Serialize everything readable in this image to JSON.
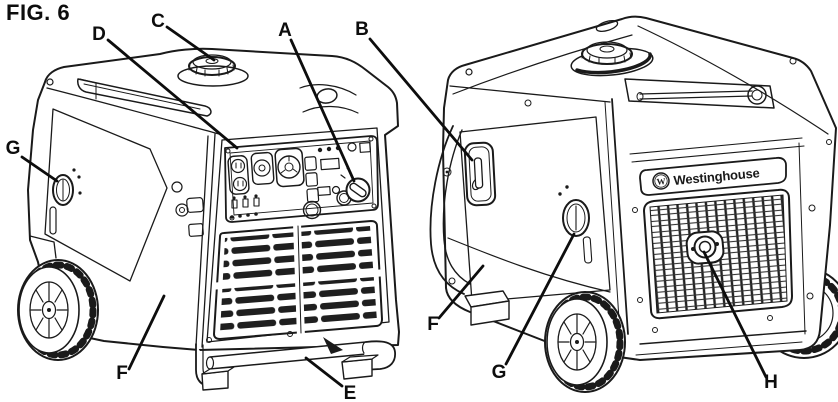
{
  "figure": {
    "label": "FIG. 6"
  },
  "brand": {
    "name": "Westinghouse",
    "monogram": "W"
  },
  "colors": {
    "line_art": "#1a1a1a",
    "background": "#ffffff",
    "callout": "#0d0d0d"
  },
  "callouts": {
    "A": {
      "label": "A"
    },
    "B": {
      "label": "B"
    },
    "C": {
      "label": "C"
    },
    "D": {
      "label": "D"
    },
    "E": {
      "label": "E"
    },
    "F": {
      "label": "F"
    },
    "G": {
      "label": "G"
    },
    "H": {
      "label": "H"
    }
  }
}
